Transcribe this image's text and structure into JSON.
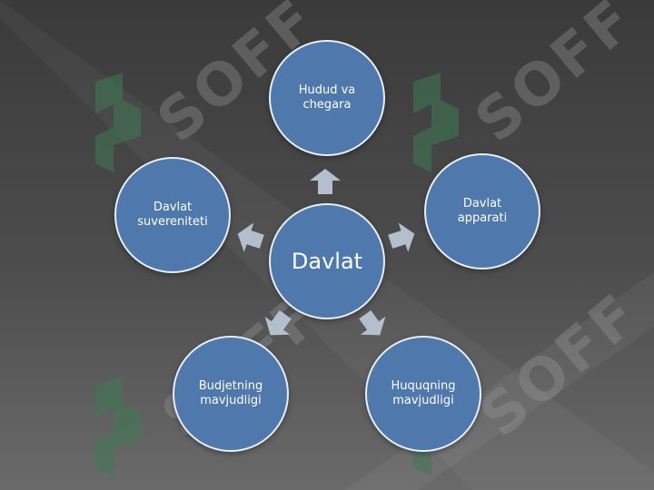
{
  "diagram": {
    "center": {
      "label": "Davlat"
    },
    "nodes": [
      {
        "id": "hudud",
        "label": "Hudud va\nchegara"
      },
      {
        "id": "apparati",
        "label": "Davlat\napparati"
      },
      {
        "id": "huquq",
        "label": "Huquqning\nmavjudligi"
      },
      {
        "id": "budjet",
        "label": "Budjetning\nmavjudligi"
      },
      {
        "id": "suverenitet",
        "label": "Davlat\nsuvereniteti"
      }
    ]
  },
  "watermark": {
    "text": "SOFF"
  },
  "colors": {
    "node_fill": "#4f79ad",
    "node_border": "#e6eef7",
    "arrow": "#b3bfcc",
    "watermark_logo": "#3f7a55"
  }
}
